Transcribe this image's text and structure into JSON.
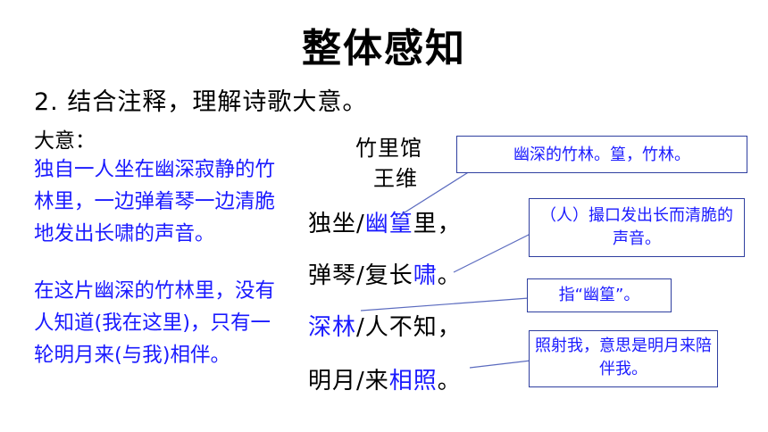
{
  "title": "整体感知",
  "task": "2. 结合注释，理解诗歌大意。",
  "meaning_label": "大意：",
  "meaning_paragraphs": [
    "独自一人坐在幽深寂静的竹林里，一边弹着琴一边清脆地发出长啸的声音。",
    "在这片幽深的竹林里，没有人知道(我在这里)，只有一轮明月来(与我)相伴。"
  ],
  "poem": {
    "title": "竹里馆",
    "author": "王维",
    "lines": [
      {
        "before": "独坐/",
        "highlight": "幽篁",
        "after": "里，"
      },
      {
        "before": "弹琴/复长",
        "highlight": "啸",
        "after": "。"
      },
      {
        "before": "",
        "highlight": "深林",
        "after": "/人不知，"
      },
      {
        "before": "明月/来",
        "highlight": "相照",
        "after": "。"
      }
    ]
  },
  "notes": [
    "幽深的竹林。篁，竹林。",
    "（人）撮口发出长而清脆的声音。",
    "指“幽篁”。",
    "照射我，意思是明月来陪伴我。"
  ],
  "colors": {
    "highlight": "#1a1aff",
    "note_border": "#2f3fa0"
  }
}
